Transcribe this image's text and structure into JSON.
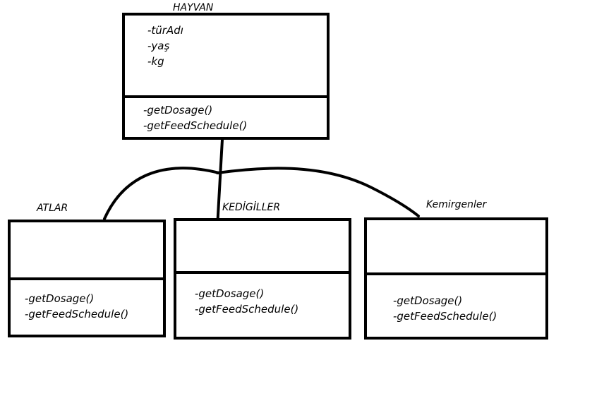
{
  "diagram": {
    "parent": {
      "name": "HAYVAN",
      "attributes": [
        "-türAdı",
        "-yaş",
        "-kg"
      ],
      "methods": [
        "-getDosage()",
        "-getFeedSchedule()"
      ]
    },
    "children": [
      {
        "name": "ATLAR",
        "methods": [
          "-getDosage()",
          "-getFeedSchedule()"
        ]
      },
      {
        "name": "KEDİGİLLER",
        "methods": [
          "-getDosage()",
          "-getFeedSchedule()"
        ]
      },
      {
        "name": "Kemirgenler",
        "methods": [
          "-getDosage()",
          "-getFeedSchedule()"
        ]
      }
    ]
  }
}
